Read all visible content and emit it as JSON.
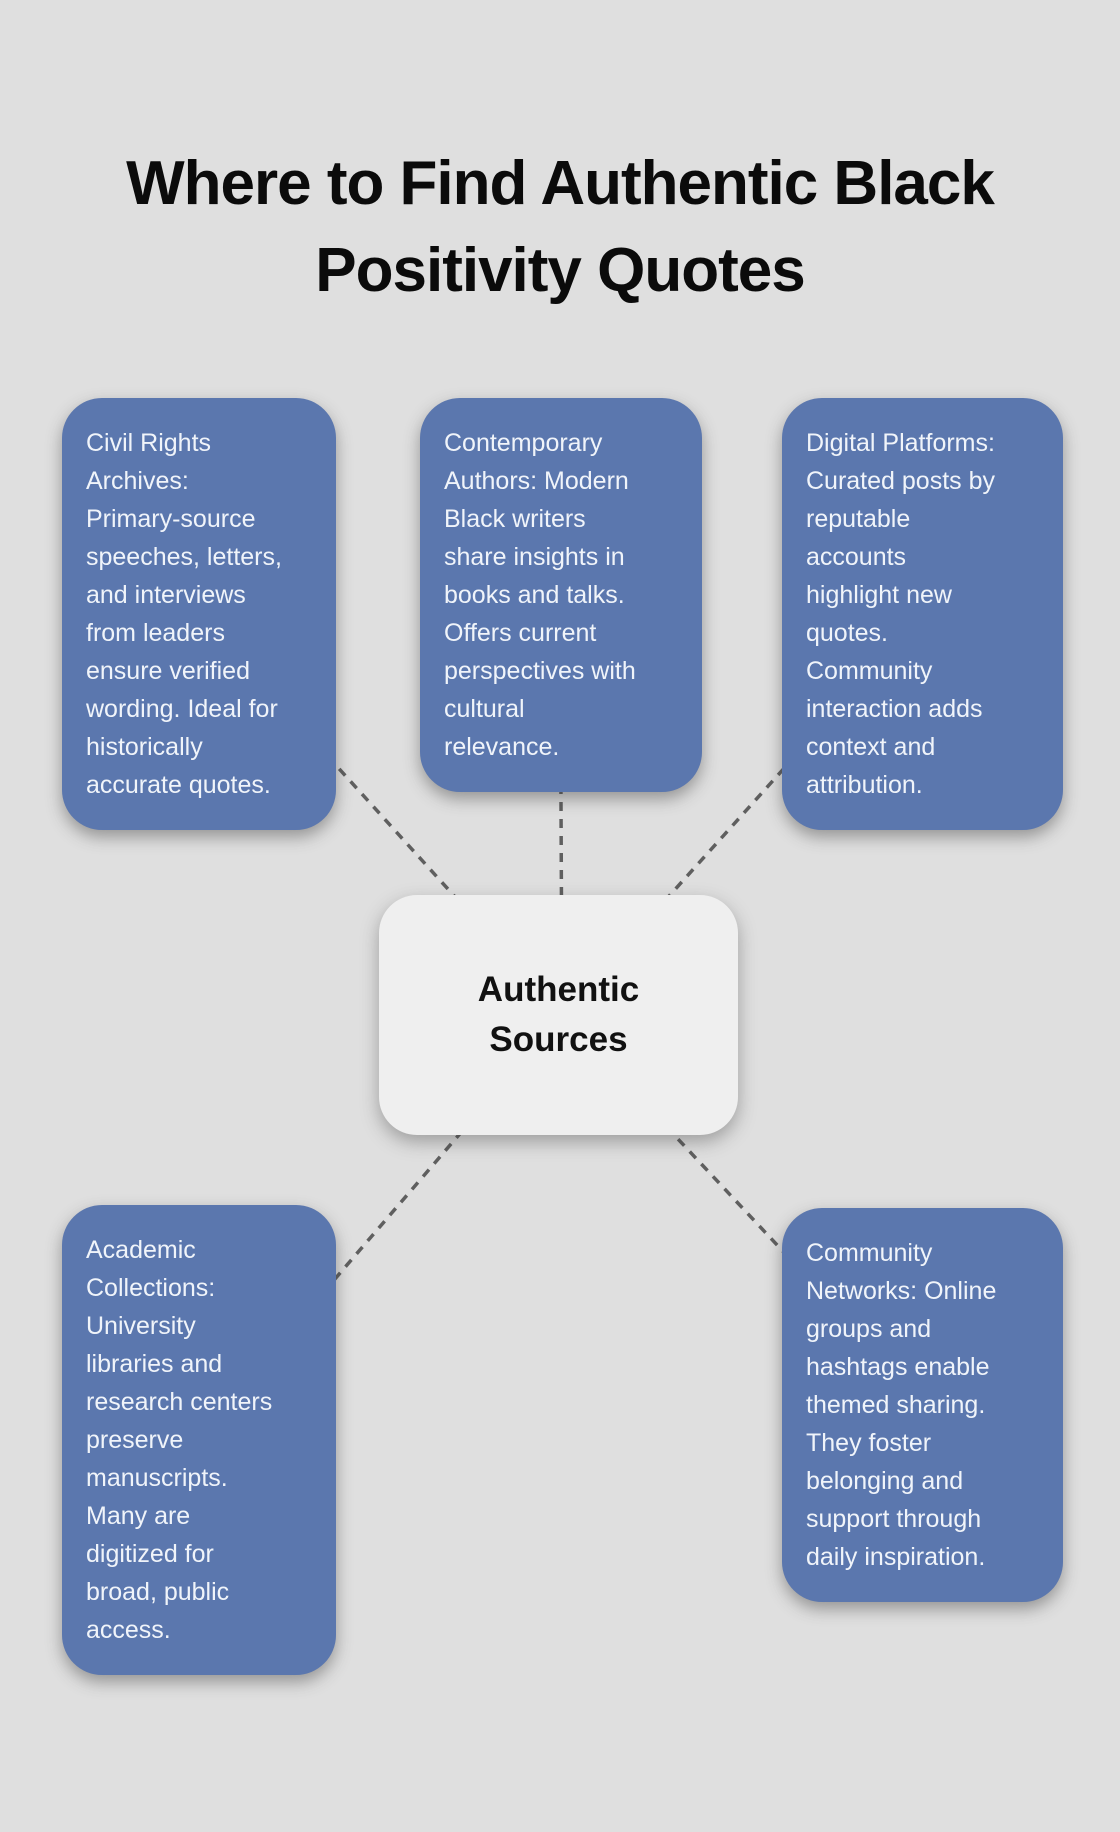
{
  "title": "Where to Find Authentic Black\nPositivity Quotes",
  "center": {
    "label": "Authentic\nSources"
  },
  "nodes": [
    {
      "id": "civil-rights-archives",
      "text": "Civil Rights\nArchives:\nPrimary-source\nspeeches, letters,\nand interviews\nfrom leaders\nensure verified\nwording. Ideal for\nhistorically\naccurate quotes."
    },
    {
      "id": "contemporary-authors",
      "text": "Contemporary\nAuthors: Modern\nBlack writers\nshare insights in\nbooks and talks.\nOffers current\nperspectives with\ncultural\nrelevance."
    },
    {
      "id": "digital-platforms",
      "text": "Digital Platforms:\nCurated posts by\nreputable\naccounts\nhighlight new\nquotes.\nCommunity\ninteraction adds\ncontext and\nattribution."
    },
    {
      "id": "academic-collections",
      "text": "Academic\nCollections:\nUniversity\nlibraries and\nresearch centers\npreserve\nmanuscripts.\nMany are\ndigitized for\nbroad, public\naccess."
    },
    {
      "id": "community-networks",
      "text": "Community\nNetworks: Online\ngroups and\nhashtags enable\nthemed sharing.\nThey foster\nbelonging and\nsupport through\ndaily inspiration."
    }
  ],
  "colors": {
    "background": "#dfdfdf",
    "node_fill": "#5b77ae",
    "node_text": "#f0f4fa",
    "center_fill": "#efefef",
    "center_text": "#111111",
    "title_text": "#0b0b0b",
    "connector": "#5f5f5f"
  }
}
